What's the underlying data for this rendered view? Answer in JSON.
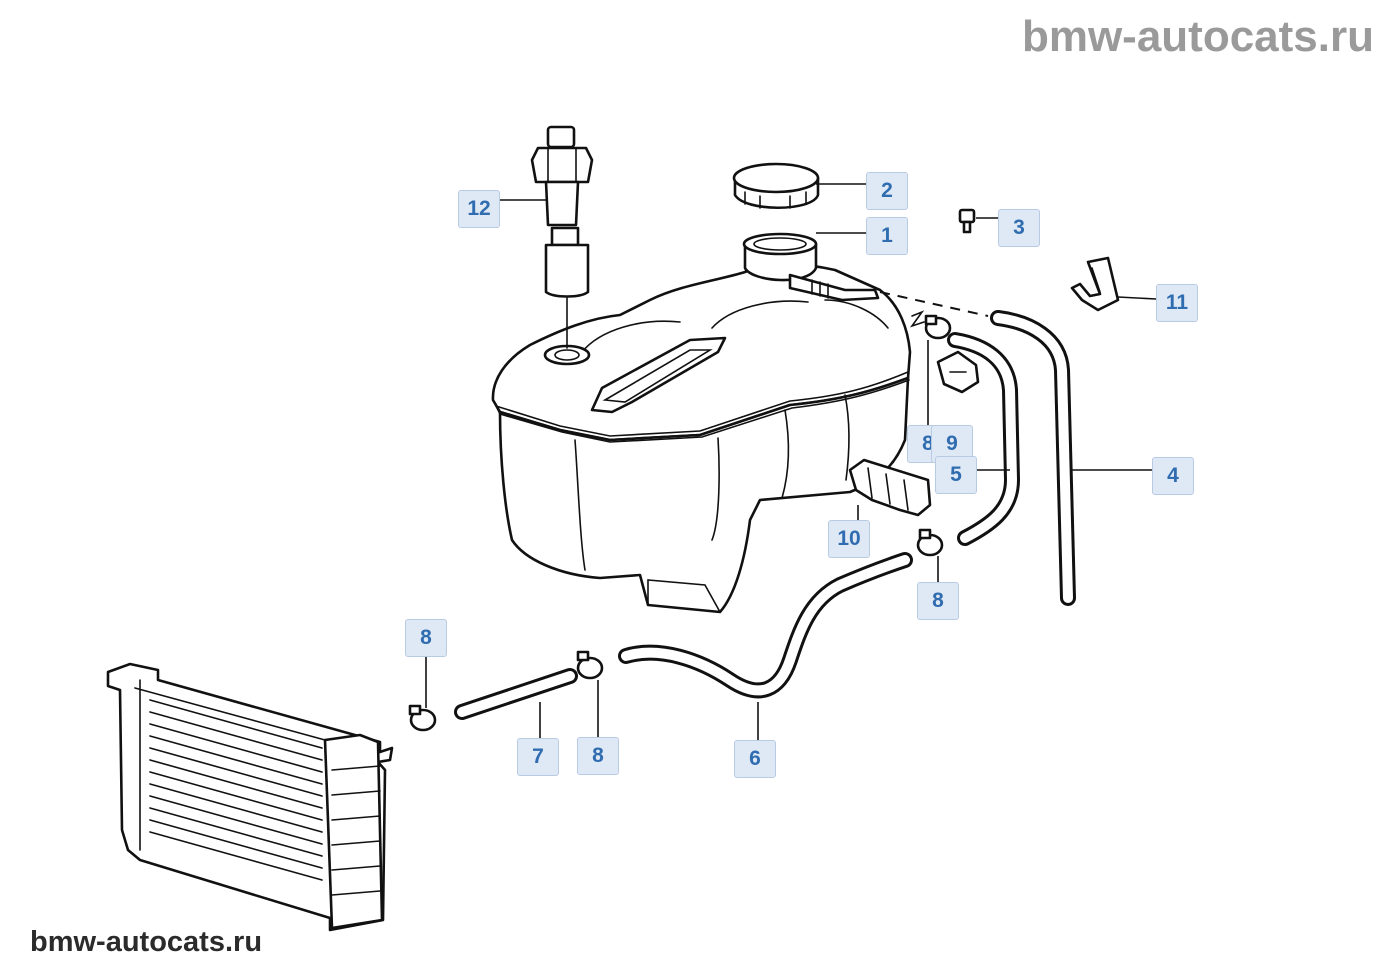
{
  "watermark_top": "bmw-autocats.ru",
  "watermark_bottom": "bmw-autocats.ru",
  "callouts": {
    "c1": "1",
    "c2": "2",
    "c3": "3",
    "c4": "4",
    "c5": "5",
    "c6": "6",
    "c7": "7",
    "c8_a": "8",
    "c8_b": "8",
    "c8_c": "8",
    "c8_d": "8",
    "c9": "9",
    "c10": "10",
    "c11": "11",
    "c12": "12"
  },
  "colors": {
    "callout_bg": "#dfe9f6",
    "callout_text": "#2f6db0",
    "watermark": "#9a9a9a"
  }
}
